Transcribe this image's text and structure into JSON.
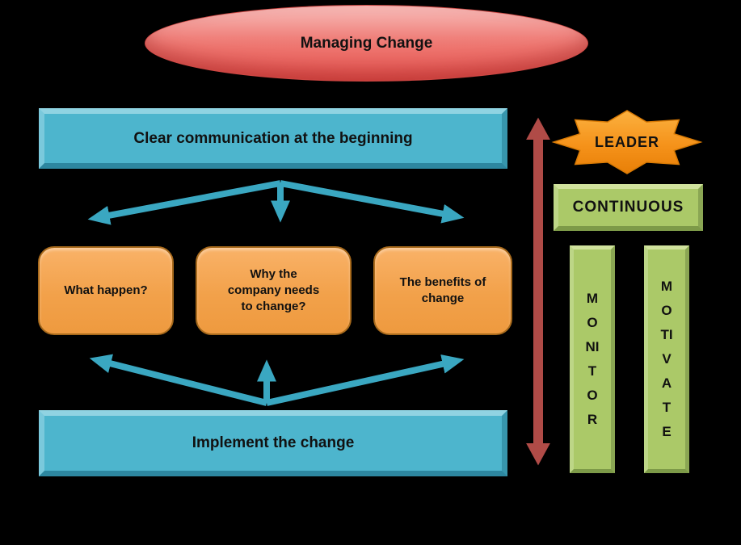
{
  "title": {
    "label": "Managing Change"
  },
  "flow": {
    "top_banner": "Clear communication at the beginning",
    "questions": [
      {
        "label": "What happen?"
      },
      {
        "label": "Why the\ncompany needs\nto change?"
      },
      {
        "label": "The benefits of\nchange"
      }
    ],
    "bottom_banner": "Implement the change"
  },
  "side": {
    "leader_label": "LEADER",
    "continuous_label": "CONTINUOUS",
    "pillars": [
      {
        "label": "MONITOR"
      },
      {
        "label": "MOTIVATE"
      }
    ]
  },
  "colors": {
    "background": "#000000",
    "title_red": "#ec7570",
    "banner_teal": "#4db5cd",
    "question_orange": "#f3a24a",
    "arrow_teal": "#3aa7c1",
    "double_arrow_red": "#b04b47",
    "star_orange": "#f79421",
    "green": "#abc968",
    "text": "#111111"
  }
}
